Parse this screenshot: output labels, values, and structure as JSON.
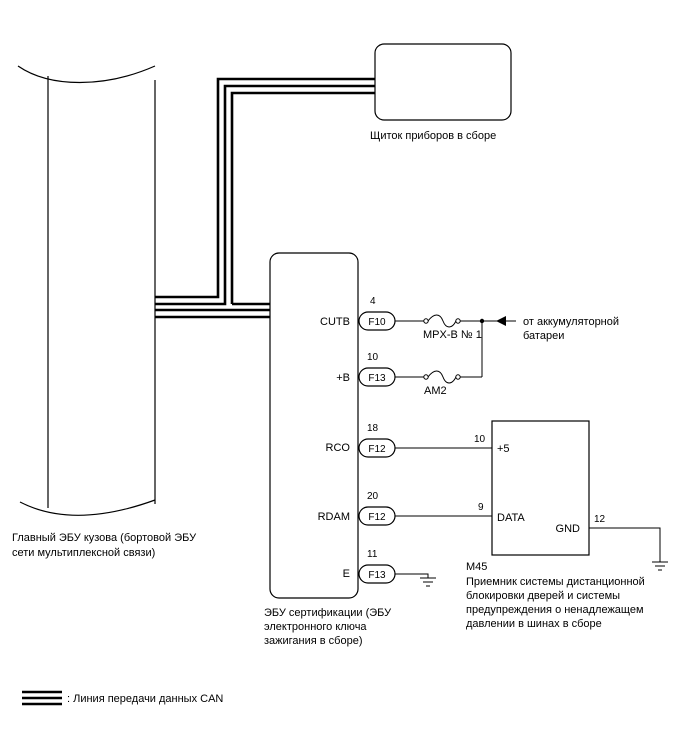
{
  "components": {
    "body_ecu": {
      "label_lines": [
        "Главный ЭБУ кузова (бортовой ЭБУ",
        "сети мультиплексной связи)"
      ]
    },
    "meter": {
      "label": "Щиток приборов в сборе"
    },
    "cert_ecu": {
      "label_lines": [
        "ЭБУ сертификации (ЭБУ",
        "электронного ключа",
        "зажигания в сборе)"
      ],
      "terminals": [
        "CUTB",
        "+B",
        "RCO",
        "RDAM",
        "E"
      ]
    },
    "receiver": {
      "code": "M45",
      "label_lines": [
        "Приемник системы дистанционной",
        "блокировки дверей и системы",
        "предупреждения о ненадлежащем",
        "давлении в шинах в сборе"
      ],
      "terminals": [
        "+5",
        "DATA",
        "GND"
      ],
      "pins": [
        "10",
        "9",
        "12"
      ]
    }
  },
  "connectors": [
    {
      "pin": "4",
      "code": "F10"
    },
    {
      "pin": "10",
      "code": "F13"
    },
    {
      "pin": "18",
      "code": "F12"
    },
    {
      "pin": "20",
      "code": "F12"
    },
    {
      "pin": "11",
      "code": "F13"
    }
  ],
  "fuses": [
    "MPX-B № 1",
    "AM2"
  ],
  "battery_lines": [
    "от аккумуляторной",
    "батареи"
  ],
  "legend": {
    "text": ": Линия передачи данных CAN"
  }
}
